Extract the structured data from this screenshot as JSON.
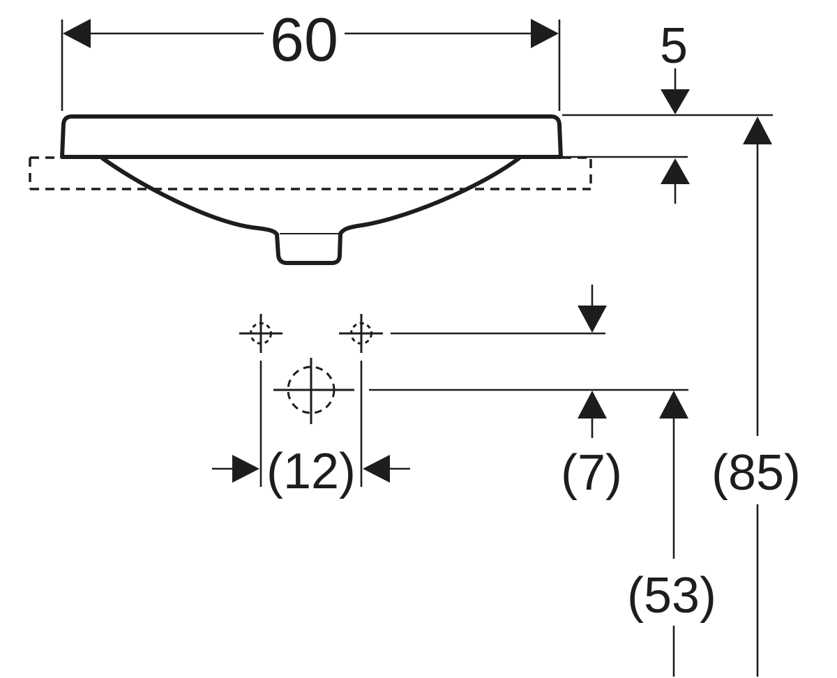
{
  "figure": {
    "type": "technical-dimension-drawing",
    "subject": "washbasin front elevation with countertop cutout and fixture centerlines",
    "ink_color": "#1d1d1b",
    "background_color": "#ffffff"
  },
  "dimensions": {
    "basin_width": {
      "label": "60"
    },
    "rim_above_counter": {
      "label": "5"
    },
    "tap_hole_spacing": {
      "label": "(12)"
    },
    "tap_to_drain_offset": {
      "label": "(7)"
    },
    "drain_center_height": {
      "label": "(53)"
    },
    "basin_top_height": {
      "label": "(85)"
    }
  }
}
